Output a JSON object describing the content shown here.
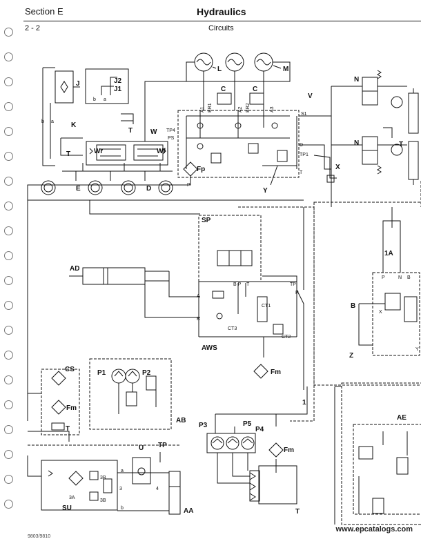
{
  "header": {
    "section": "Section E",
    "title": "Hydraulics",
    "page": "2 - 2",
    "subtitle": "Circuits"
  },
  "labels": {
    "L": "L",
    "M": "M",
    "N": "N",
    "N2": "N",
    "C": "C",
    "C2": "C",
    "V": "V",
    "J": "J",
    "J2": "J2",
    "J1": "J1",
    "b": "b",
    "a": "a",
    "K": "K",
    "T_top": "T",
    "W": "W",
    "Wr": "Wr",
    "Wf": "Wf",
    "T_left": "T",
    "T_right": "T",
    "E": "E",
    "D": "D",
    "Fp": "Fp",
    "X": "X",
    "Y": "Y",
    "A1": "A1",
    "BR1": "BR1",
    "A2": "A2",
    "BR2": "BR2",
    "A3": "A3",
    "S1": "S1",
    "TP4": "TP4",
    "PS": "PS",
    "Dport": "D",
    "TP1": "TP1",
    "P": "P",
    "Tport": "T",
    "SP": "SP",
    "AD": "AD",
    "AWS": "AWS",
    "CT1": "CT1",
    "CT2": "CT2",
    "CT3": "CT3",
    "one_A": "1A",
    "B": "B",
    "Z": "Z",
    "CS": "CS",
    "Fm1": "Fm",
    "Fm2": "Fm",
    "Fm3": "Fm",
    "P1": "P1",
    "P2": "P2",
    "AB": "AB",
    "T_cs": "T",
    "one": "1",
    "AE": "AE",
    "P3": "P3",
    "P5": "P5",
    "P4": "P4",
    "U": "U",
    "TP": "TP",
    "SU": "SU",
    "3A": "3A",
    "3B_1": "3B",
    "3B_2": "3B",
    "n3": "3",
    "n4": "4",
    "AA": "AA",
    "T_tank": "T",
    "sa": "a",
    "sb": "b",
    "aw_A": "A",
    "aw_B": "B",
    "aw_BP": "B P",
    "aw_T": "T",
    "aw_P": "P",
    "aw_TP": "TP",
    "p_P": "P",
    "p_N": "N",
    "p_B": "B",
    "p_X": "X",
    "p_Y": "Y"
  },
  "watermark": "www.epcatalogs.com",
  "footer": "9803/9810"
}
